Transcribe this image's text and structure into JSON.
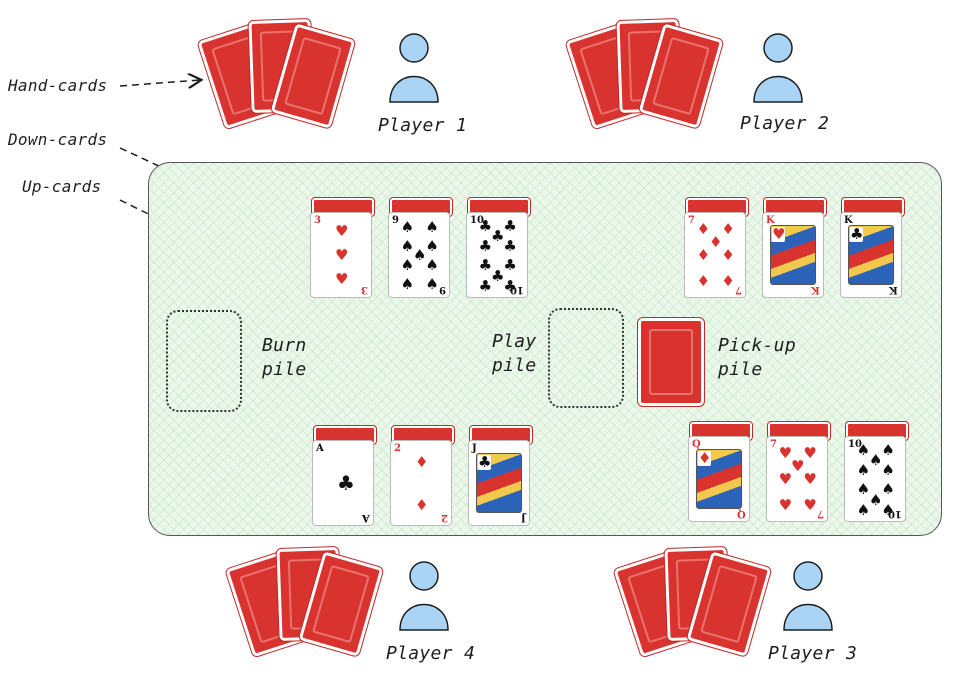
{
  "labels": {
    "hand_cards": "Hand-cards",
    "down_cards": "Down-cards",
    "up_cards": "Up-cards",
    "burn_pile": "Burn\npile",
    "play_pile": "Play\npile",
    "pickup_pile": "Pick-up\npile"
  },
  "players": [
    {
      "name": "Player 1"
    },
    {
      "name": "Player 2"
    },
    {
      "name": "Player 3"
    },
    {
      "name": "Player 4"
    }
  ],
  "up_cards": {
    "player1": [
      {
        "rank": "3",
        "suit": "♥",
        "color": "red"
      },
      {
        "rank": "9",
        "suit": "♠",
        "color": "black"
      },
      {
        "rank": "10",
        "suit": "♣",
        "color": "black"
      }
    ],
    "player2": [
      {
        "rank": "7",
        "suit": "♦",
        "color": "red"
      },
      {
        "rank": "K",
        "suit": "♥",
        "color": "red"
      },
      {
        "rank": "K",
        "suit": "♣",
        "color": "black"
      }
    ],
    "player4": [
      {
        "rank": "A",
        "suit": "♣",
        "color": "black"
      },
      {
        "rank": "2",
        "suit": "♦",
        "color": "red"
      },
      {
        "rank": "J",
        "suit": "♣",
        "color": "black"
      }
    ],
    "player3": [
      {
        "rank": "Q",
        "suit": "♦",
        "color": "red"
      },
      {
        "rank": "7",
        "suit": "♥",
        "color": "red"
      },
      {
        "rank": "10",
        "suit": "♠",
        "color": "black"
      }
    ]
  },
  "colors": {
    "card_back": "#d9332f",
    "player_icon": "#a9d4f5",
    "table": "#eaf7ea"
  }
}
